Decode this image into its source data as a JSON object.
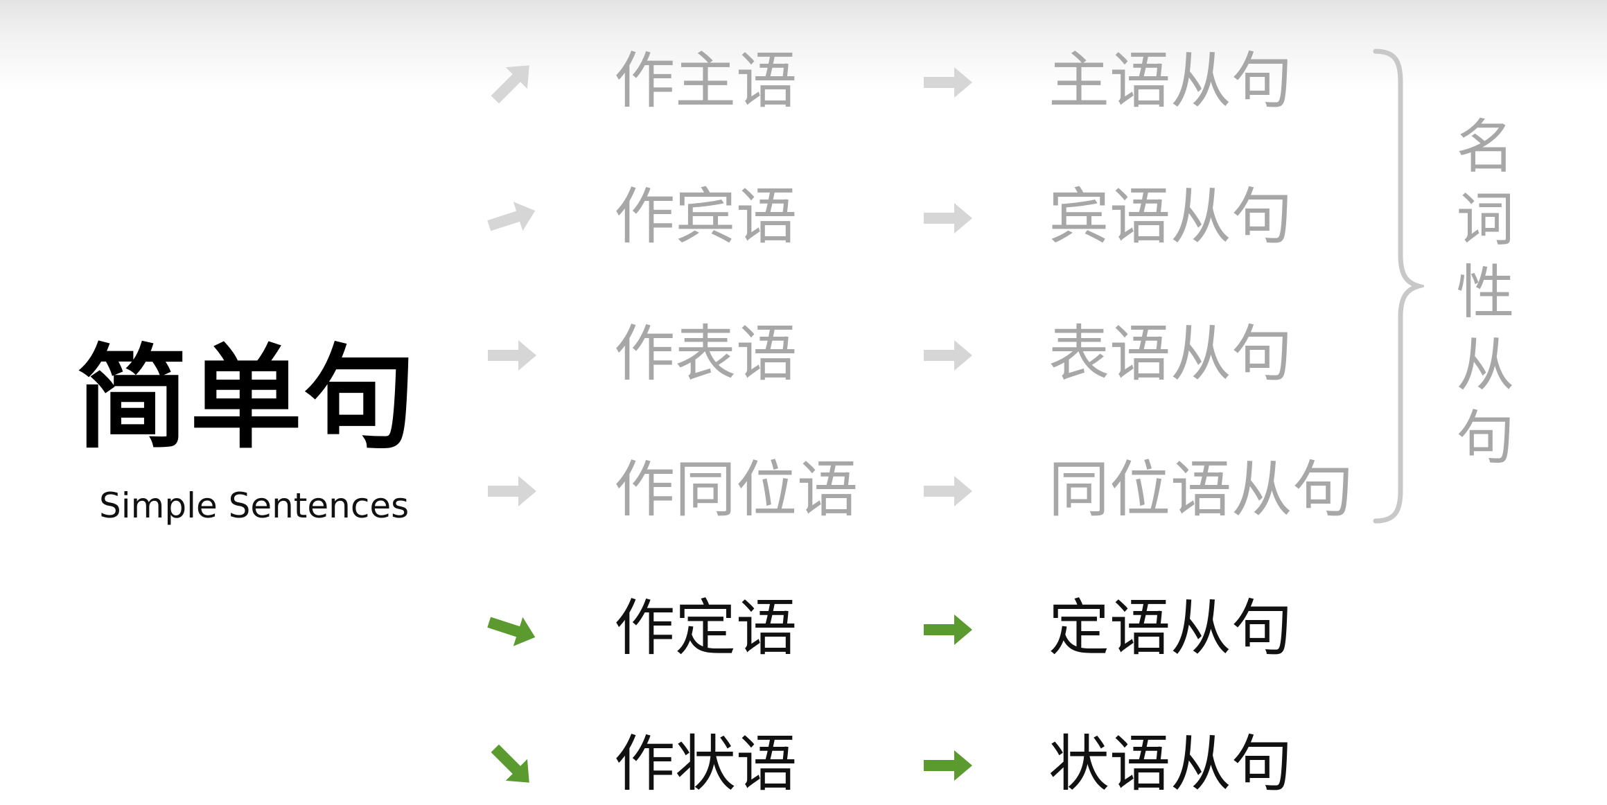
{
  "title": "简单句",
  "subtitle": "Simple Sentences",
  "rows": [
    {
      "role": "作主语",
      "clause": "主语从句",
      "arrow": "arrow-up-right-icon",
      "highlight": false
    },
    {
      "role": "作宾语",
      "clause": "宾语从句",
      "arrow": "arrow-slight-up-right-icon",
      "highlight": false
    },
    {
      "role": "作表语",
      "clause": "表语从句",
      "arrow": "arrow-right-icon",
      "highlight": false
    },
    {
      "role": "作同位语",
      "clause": "同位语从句",
      "arrow": "arrow-right-icon",
      "highlight": false
    },
    {
      "role": "作定语",
      "clause": "定语从句",
      "arrow": "arrow-slight-down-right-icon",
      "highlight": true
    },
    {
      "role": "作状语",
      "clause": "状语从句",
      "arrow": "arrow-down-right-icon",
      "highlight": true
    }
  ],
  "group_label": "名词性从句",
  "colors": {
    "muted_text": "#a7a7a7",
    "muted_arrow": "#d6d6d6",
    "active_text": "#111111",
    "active_arrow": "#5a9a2f",
    "brace": "#c8c8c8"
  }
}
